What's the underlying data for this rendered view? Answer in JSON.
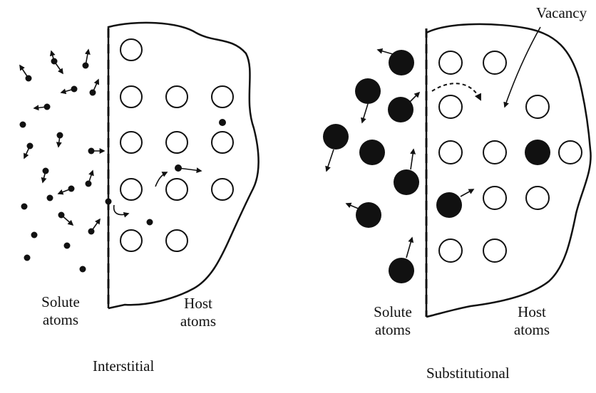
{
  "left_panel": {
    "solute_label": "Solute\natoms",
    "host_label": "Host\natoms",
    "caption": "Interstitial"
  },
  "right_panel": {
    "solute_label": "Solute\natoms",
    "host_label": "Host\natoms",
    "caption": "Substitutional",
    "vacancy_label": "Vacancy"
  },
  "colors": {
    "ink": "#111111",
    "background": "#ffffff"
  }
}
